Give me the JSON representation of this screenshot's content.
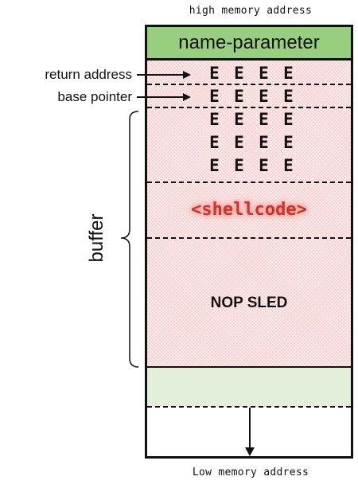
{
  "diagram": {
    "top_caption": "high memory address",
    "bottom_caption": "Low memory address",
    "cells": {
      "name_parameter": "name-parameter",
      "shellcode": "<shellcode>",
      "nop_sled": "NOP SLED"
    },
    "e_rows": [
      [
        "E",
        "E",
        "E",
        "E"
      ],
      [
        "E",
        "E",
        "E",
        "E"
      ],
      [
        "E",
        "E",
        "E",
        "E"
      ],
      [
        "E",
        "E",
        "E",
        "E"
      ],
      [
        "E",
        "E",
        "E",
        "E"
      ]
    ],
    "labels": {
      "return_address": "return address",
      "base_pointer": "base pointer",
      "buffer": "buffer"
    },
    "colors": {
      "name_cell": "#98cf7f",
      "buffer_fill": "#f7cfcf",
      "lower_cell": "#e2efd9",
      "shellcode_text": "#c0392b"
    }
  }
}
